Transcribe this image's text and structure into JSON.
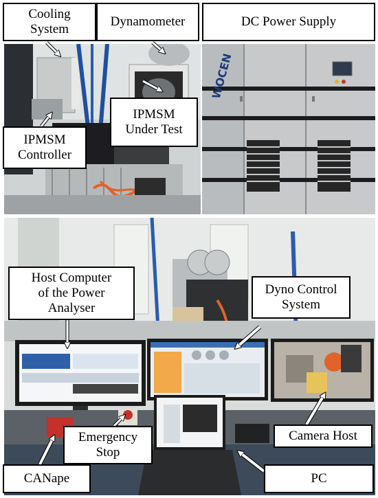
{
  "labels": {
    "cooling_system": "Cooling\nSystem",
    "dynamometer": "Dynamometer",
    "dc_power_supply": "DC Power Supply",
    "ipmsm_under_test": "IPMSM\nUnder Test",
    "ipmsm_controller": "IPMSM\nController",
    "host_computer": "Host Computer\nof the Power\nAnalyser",
    "dyno_control_system": "Dyno Control\nSystem",
    "emergency_stop": "Emergency\nStop",
    "camera_host": "Camera Host",
    "canape": "CANape",
    "pc": "PC"
  },
  "supply_brand": "WOCEN"
}
